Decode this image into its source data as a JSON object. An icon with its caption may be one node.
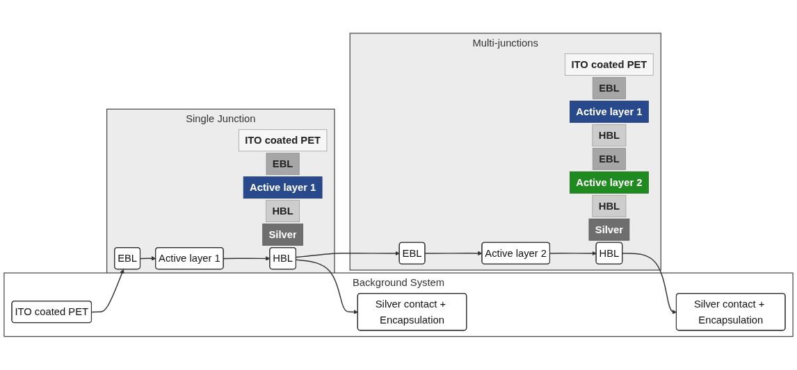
{
  "diagram": {
    "nodes": [
      {
        "text": [
          "Background System"
        ]
      },
      {
        "text": [
          "ITO coated PET"
        ],
        "in": 0
      },
      {
        "text": [
          "Silver contact + Encapsulation"
        ],
        "in": 0
      },
      {
        "text": [
          "Silver contact + Encapsulation"
        ],
        "in": 0
      },
      {
        "text": [
          "Single Junction"
        ]
      },
      {
        "text": [
          "EBL"
        ],
        "in": 4
      },
      {
        "text": [
          "Active layer 1"
        ],
        "in": 4
      },
      {
        "text": [
          "HBL"
        ],
        "in": 4
      },
      {
        "text": [
          "ITO coated PET"
        ],
        "in": 4
      },
      {
        "text": [
          "EBL"
        ],
        "in": 4
      },
      {
        "text": [
          "Active layer 1"
        ],
        "in": 4
      },
      {
        "text": [
          "HBL"
        ],
        "in": 4
      },
      {
        "text": [
          "Silver"
        ],
        "in": 4
      },
      {
        "text": [
          "Multi-junctions"
        ]
      },
      {
        "text": [
          "EBL"
        ],
        "in": 13
      },
      {
        "text": [
          "Active layer 2"
        ],
        "in": 13
      },
      {
        "text": [
          "HBL"
        ],
        "in": 13
      },
      {
        "text": [
          "ITO coated PET"
        ],
        "in": 13
      },
      {
        "text": [
          "EBL"
        ],
        "in": 13
      },
      {
        "text": [
          "Active layer 1"
        ],
        "in": 13
      },
      {
        "text": [
          "HBL"
        ],
        "in": 13
      },
      {
        "text": [
          "EBL"
        ],
        "in": 13
      },
      {
        "text": [
          "Active layer 2"
        ],
        "in": 13
      },
      {
        "text": [
          "HBL"
        ],
        "in": 13
      },
      {
        "text": [
          "Silver"
        ],
        "in": 13
      }
    ],
    "edges": [
      {
        "from": 1,
        "to": 5,
        "arrow": "to"
      },
      {
        "from": 5,
        "to": 6,
        "arrow": "to"
      },
      {
        "from": 6,
        "to": 7,
        "arrow": "to"
      },
      {
        "from": 7,
        "to": 2,
        "arrow": "to"
      },
      {
        "from": 7,
        "to": 14,
        "arrow": "to"
      },
      {
        "from": 14,
        "to": 15,
        "arrow": "to"
      },
      {
        "from": 15,
        "to": 16,
        "arrow": "to"
      },
      {
        "from": 16,
        "to": 3,
        "arrow": "to"
      }
    ]
  }
}
